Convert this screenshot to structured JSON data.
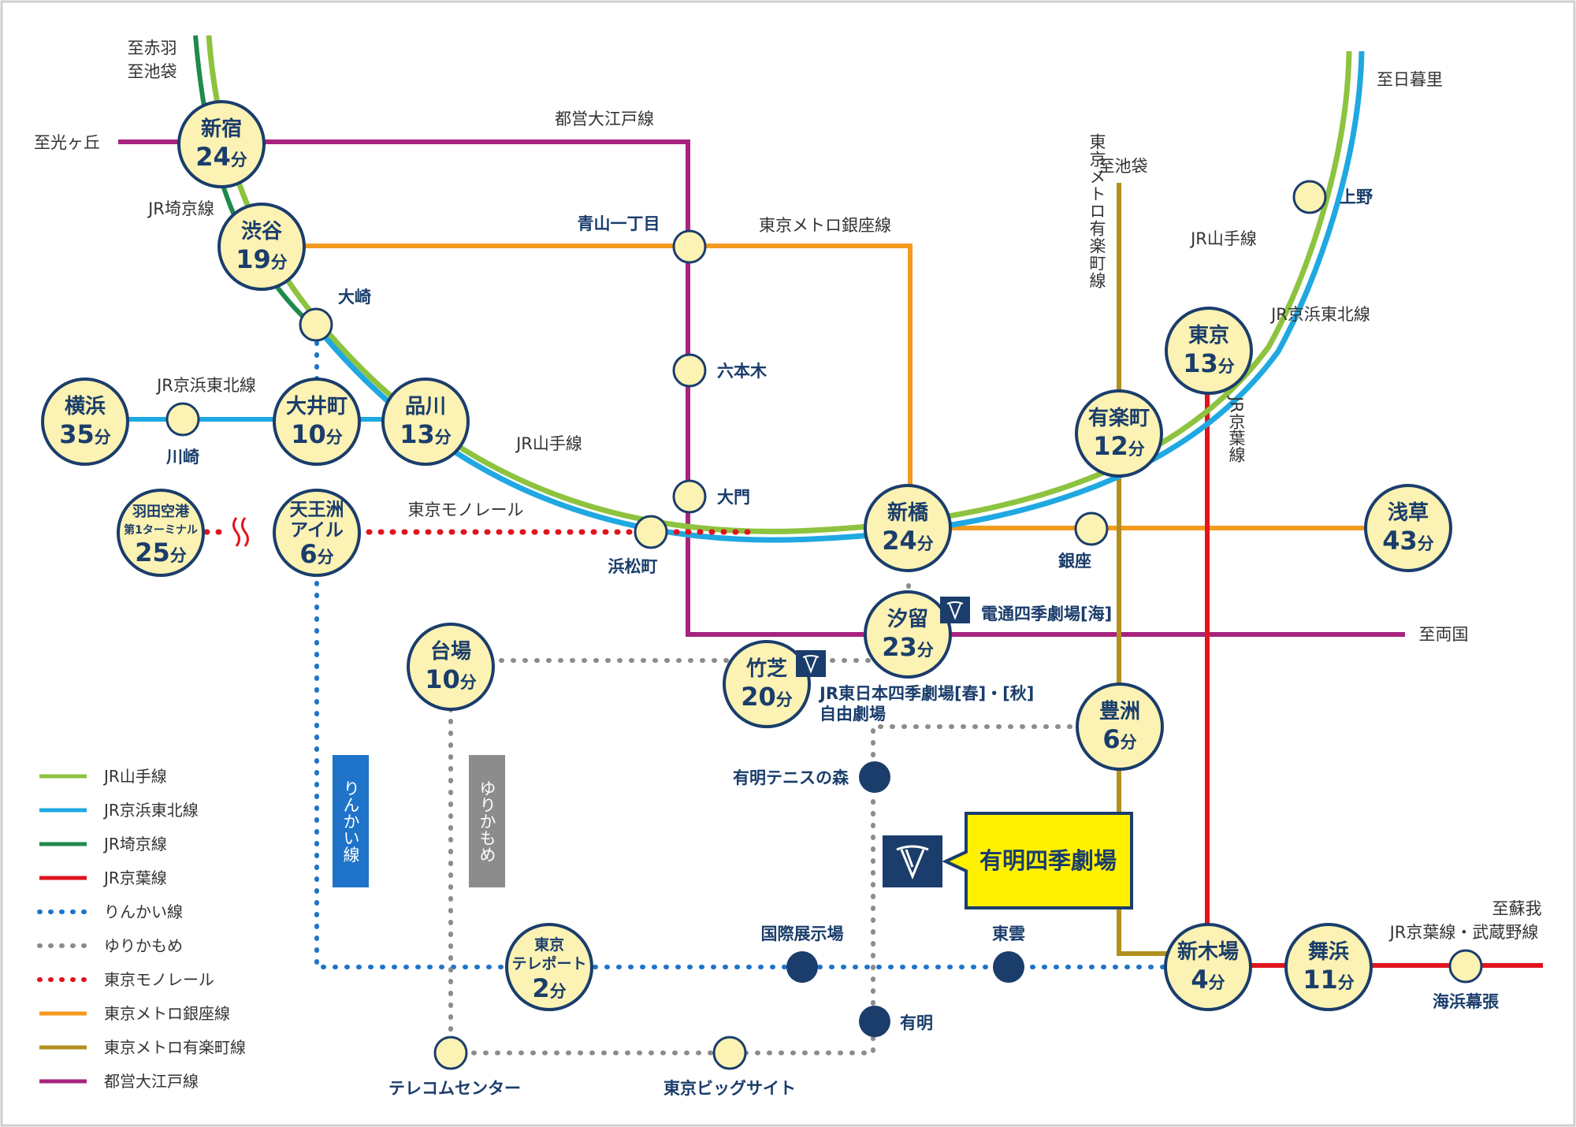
{
  "colors": {
    "yamanote": "#8dc33f",
    "keihin": "#1fa8e1",
    "saikyo": "#1f8a4c",
    "keiyo": "#e0141e",
    "rinkai": "#1f74c9",
    "yurikamome": "#8c8c8c",
    "monorail": "#e0141e",
    "ginza": "#f39a1f",
    "yurakucho": "#b1901e",
    "oedo": "#a7237f",
    "station_fill": "#fbf2b3",
    "station_stroke": "#1a3d6b",
    "navy": "#1a3d6b",
    "highlight": "#fff100"
  },
  "major_stations": [
    {
      "id": "shinjuku",
      "name": "新宿",
      "time": "24",
      "unit": "分"
    },
    {
      "id": "shibuya",
      "name": "渋谷",
      "time": "19",
      "unit": "分"
    },
    {
      "id": "oimachi",
      "name": "大井町",
      "time": "10",
      "unit": "分"
    },
    {
      "id": "shinagawa",
      "name": "品川",
      "time": "13",
      "unit": "分"
    },
    {
      "id": "yokohama",
      "name": "横浜",
      "time": "35",
      "unit": "分"
    },
    {
      "id": "haneda",
      "name_line1": "羽田空港",
      "name_line2": "第1ターミナル",
      "time": "25",
      "unit": "分"
    },
    {
      "id": "tennozu",
      "name_line1": "天王洲",
      "name_line2": "アイル",
      "time": "6",
      "unit": "分"
    },
    {
      "id": "shimbashi",
      "name": "新橋",
      "time": "24",
      "unit": "分"
    },
    {
      "id": "yurakucho",
      "name": "有楽町",
      "time": "12",
      "unit": "分"
    },
    {
      "id": "tokyo",
      "name": "東京",
      "time": "13",
      "unit": "分"
    },
    {
      "id": "asakusa",
      "name": "浅草",
      "time": "43",
      "unit": "分"
    },
    {
      "id": "shiodome",
      "name": "汐留",
      "time": "23",
      "unit": "分"
    },
    {
      "id": "daiba",
      "name": "台場",
      "time": "10",
      "unit": "分"
    },
    {
      "id": "takeshiba",
      "name": "竹芝",
      "time": "20",
      "unit": "分"
    },
    {
      "id": "toyosu",
      "name": "豊洲",
      "time": "6",
      "unit": "分"
    },
    {
      "id": "teleport",
      "name_line1": "東京",
      "name_line2": "テレポート",
      "time": "2",
      "unit": "分"
    },
    {
      "id": "shinkiba",
      "name": "新木場",
      "time": "4",
      "unit": "分"
    },
    {
      "id": "maihama",
      "name": "舞浜",
      "time": "11",
      "unit": "分"
    }
  ],
  "minor_stations": {
    "osaki": "大崎",
    "kawasaki": "川崎",
    "aoyama": "青山一丁目",
    "roppongi": "六本木",
    "daimon": "大門",
    "hamamatsucho": "浜松町",
    "ueno": "上野",
    "ginza": "銀座",
    "kaihin": "海浜幕張",
    "telecom": "テレコムセンター",
    "bigsight": "東京ビッグサイト"
  },
  "dark_stations": {
    "tennis": "有明テニスの森",
    "kokusai": "国際展示場",
    "shinonome": "東雲",
    "ariake": "有明"
  },
  "line_labels": {
    "oedo": "都営大江戸線",
    "ginza": "東京メトロ銀座線",
    "yurakucho_v": "東京メトロ有楽町線",
    "yamanote_top": "JR山手線",
    "keihin_top": "JR京浜東北線",
    "keiyo_v": "JR京葉線",
    "saikyo": "JR埼京線",
    "keihin_left": "JR京浜東北線",
    "yamanote_mid": "JR山手線",
    "monorail": "東京モノレール",
    "rinkai_box": "りんかい線",
    "yurikamome_box": "ゆりかもめ"
  },
  "directions": {
    "akabane": "至赤羽",
    "ikebukuro_top": "至池袋",
    "hikarigaoka": "至光ヶ丘",
    "nippori": "至日暮里",
    "ikebukuro_yurakucho": "至池袋",
    "ryogoku": "至両国",
    "soga": "至蘇我",
    "keiyo_musashino": "JR京葉線・武蔵野線"
  },
  "theatres": {
    "umi": "電通四季劇場[海]",
    "haru_aki": "JR東日本四季劇場[春]・[秋]",
    "jiyu": "自由劇場",
    "ariake": "有明四季劇場"
  },
  "legend": [
    {
      "label": "JR山手線",
      "key": "yamanote",
      "style": "solid"
    },
    {
      "label": "JR京浜東北線",
      "key": "keihin",
      "style": "solid"
    },
    {
      "label": "JR埼京線",
      "key": "saikyo",
      "style": "solid"
    },
    {
      "label": "JR京葉線",
      "key": "keiyo",
      "style": "solid"
    },
    {
      "label": "りんかい線",
      "key": "rinkai",
      "style": "dotted"
    },
    {
      "label": "ゆりかもめ",
      "key": "yurikamome",
      "style": "dotted"
    },
    {
      "label": "東京モノレール",
      "key": "monorail",
      "style": "dotted"
    },
    {
      "label": "東京メトロ銀座線",
      "key": "ginza",
      "style": "solid"
    },
    {
      "label": "東京メトロ有楽町線",
      "key": "yurakucho",
      "style": "solid"
    },
    {
      "label": "都営大江戸線",
      "key": "oedo",
      "style": "solid"
    }
  ]
}
